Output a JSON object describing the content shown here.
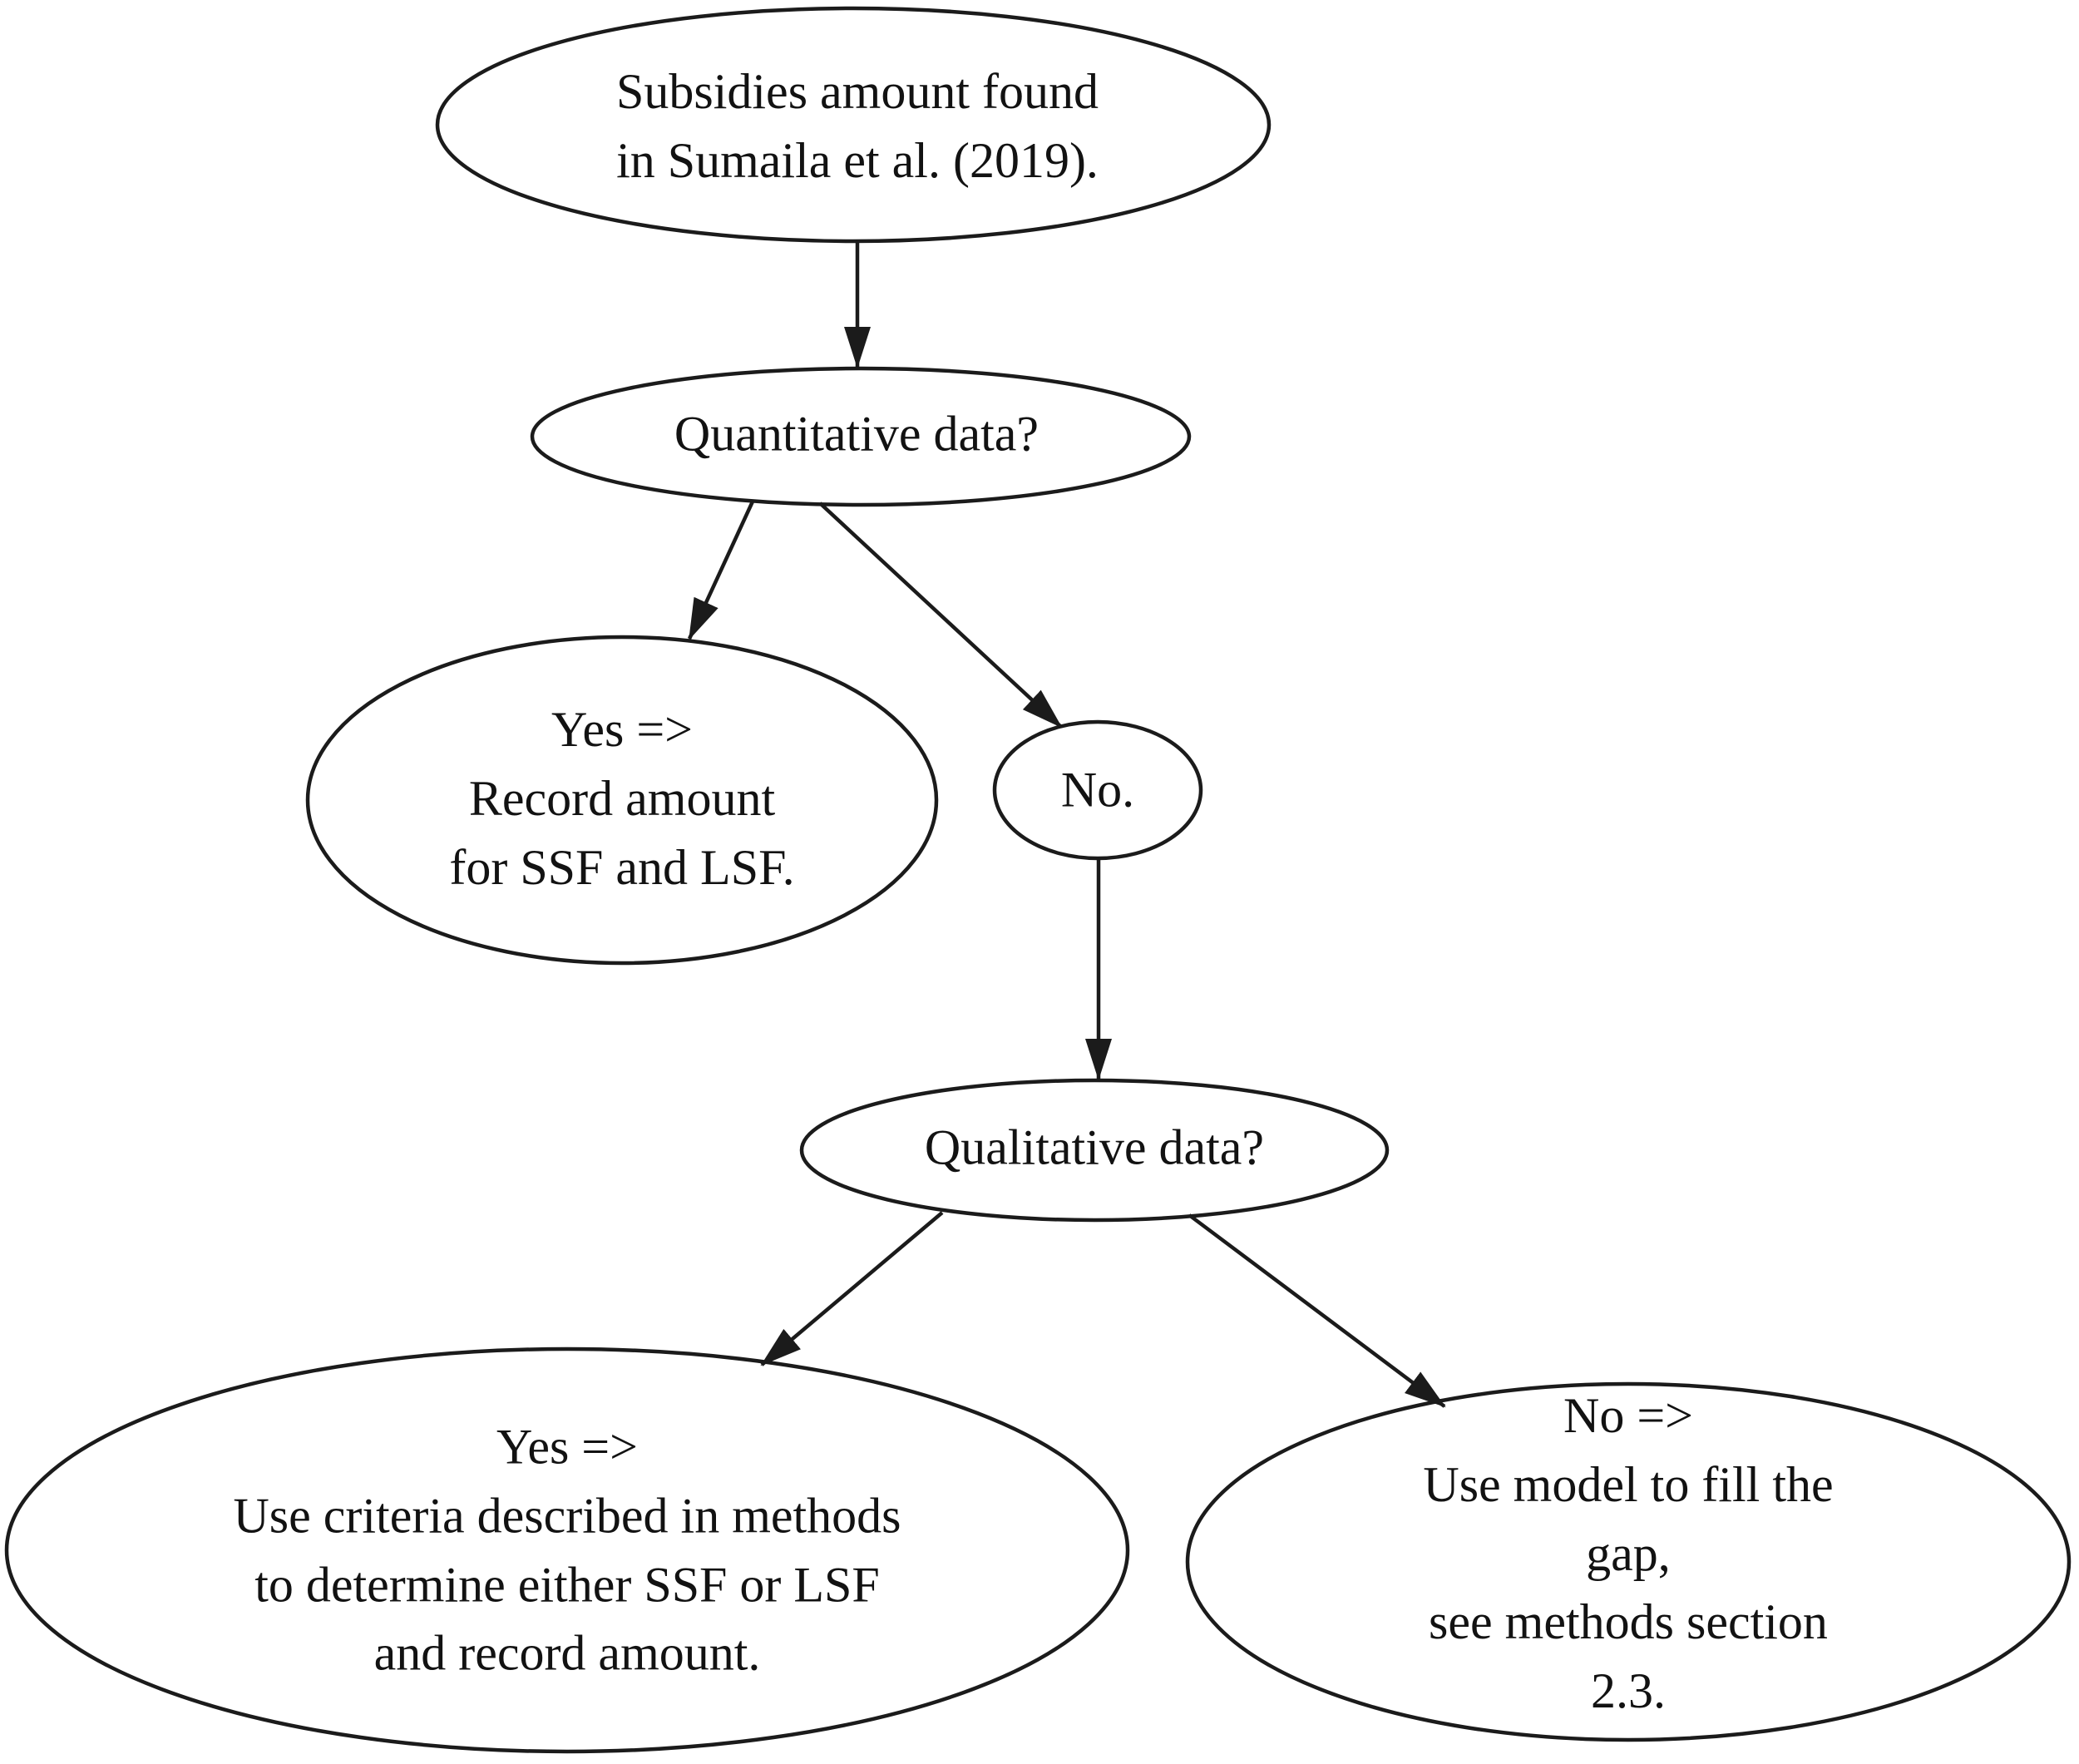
{
  "figure": {
    "type": "flowchart",
    "background_color": "#ffffff",
    "stroke_color": "#1b1b1b",
    "text_color": "#121212"
  },
  "nodes": {
    "start": {
      "label": "Subsidies amount found\nin Sumaila et al. (2019)."
    },
    "quantitative": {
      "label": "Quantitative data?"
    },
    "yes_record": {
      "label": "Yes =>\nRecord amount\nfor SSF and LSF."
    },
    "no": {
      "label": "No."
    },
    "qualitative": {
      "label": "Qualitative data?"
    },
    "yes_criteria": {
      "label": "Yes =>\nUse criteria described in methods\nto determine either SSF or LSF\nand record amount."
    },
    "no_model": {
      "label": "No =>\nUse model to fill the gap,\nsee methods section 2.3."
    }
  },
  "edges": [
    {
      "from": "start",
      "to": "quantitative"
    },
    {
      "from": "quantitative",
      "to": "yes_record"
    },
    {
      "from": "quantitative",
      "to": "no"
    },
    {
      "from": "no",
      "to": "qualitative"
    },
    {
      "from": "qualitative",
      "to": "yes_criteria"
    },
    {
      "from": "qualitative",
      "to": "no_model"
    }
  ]
}
